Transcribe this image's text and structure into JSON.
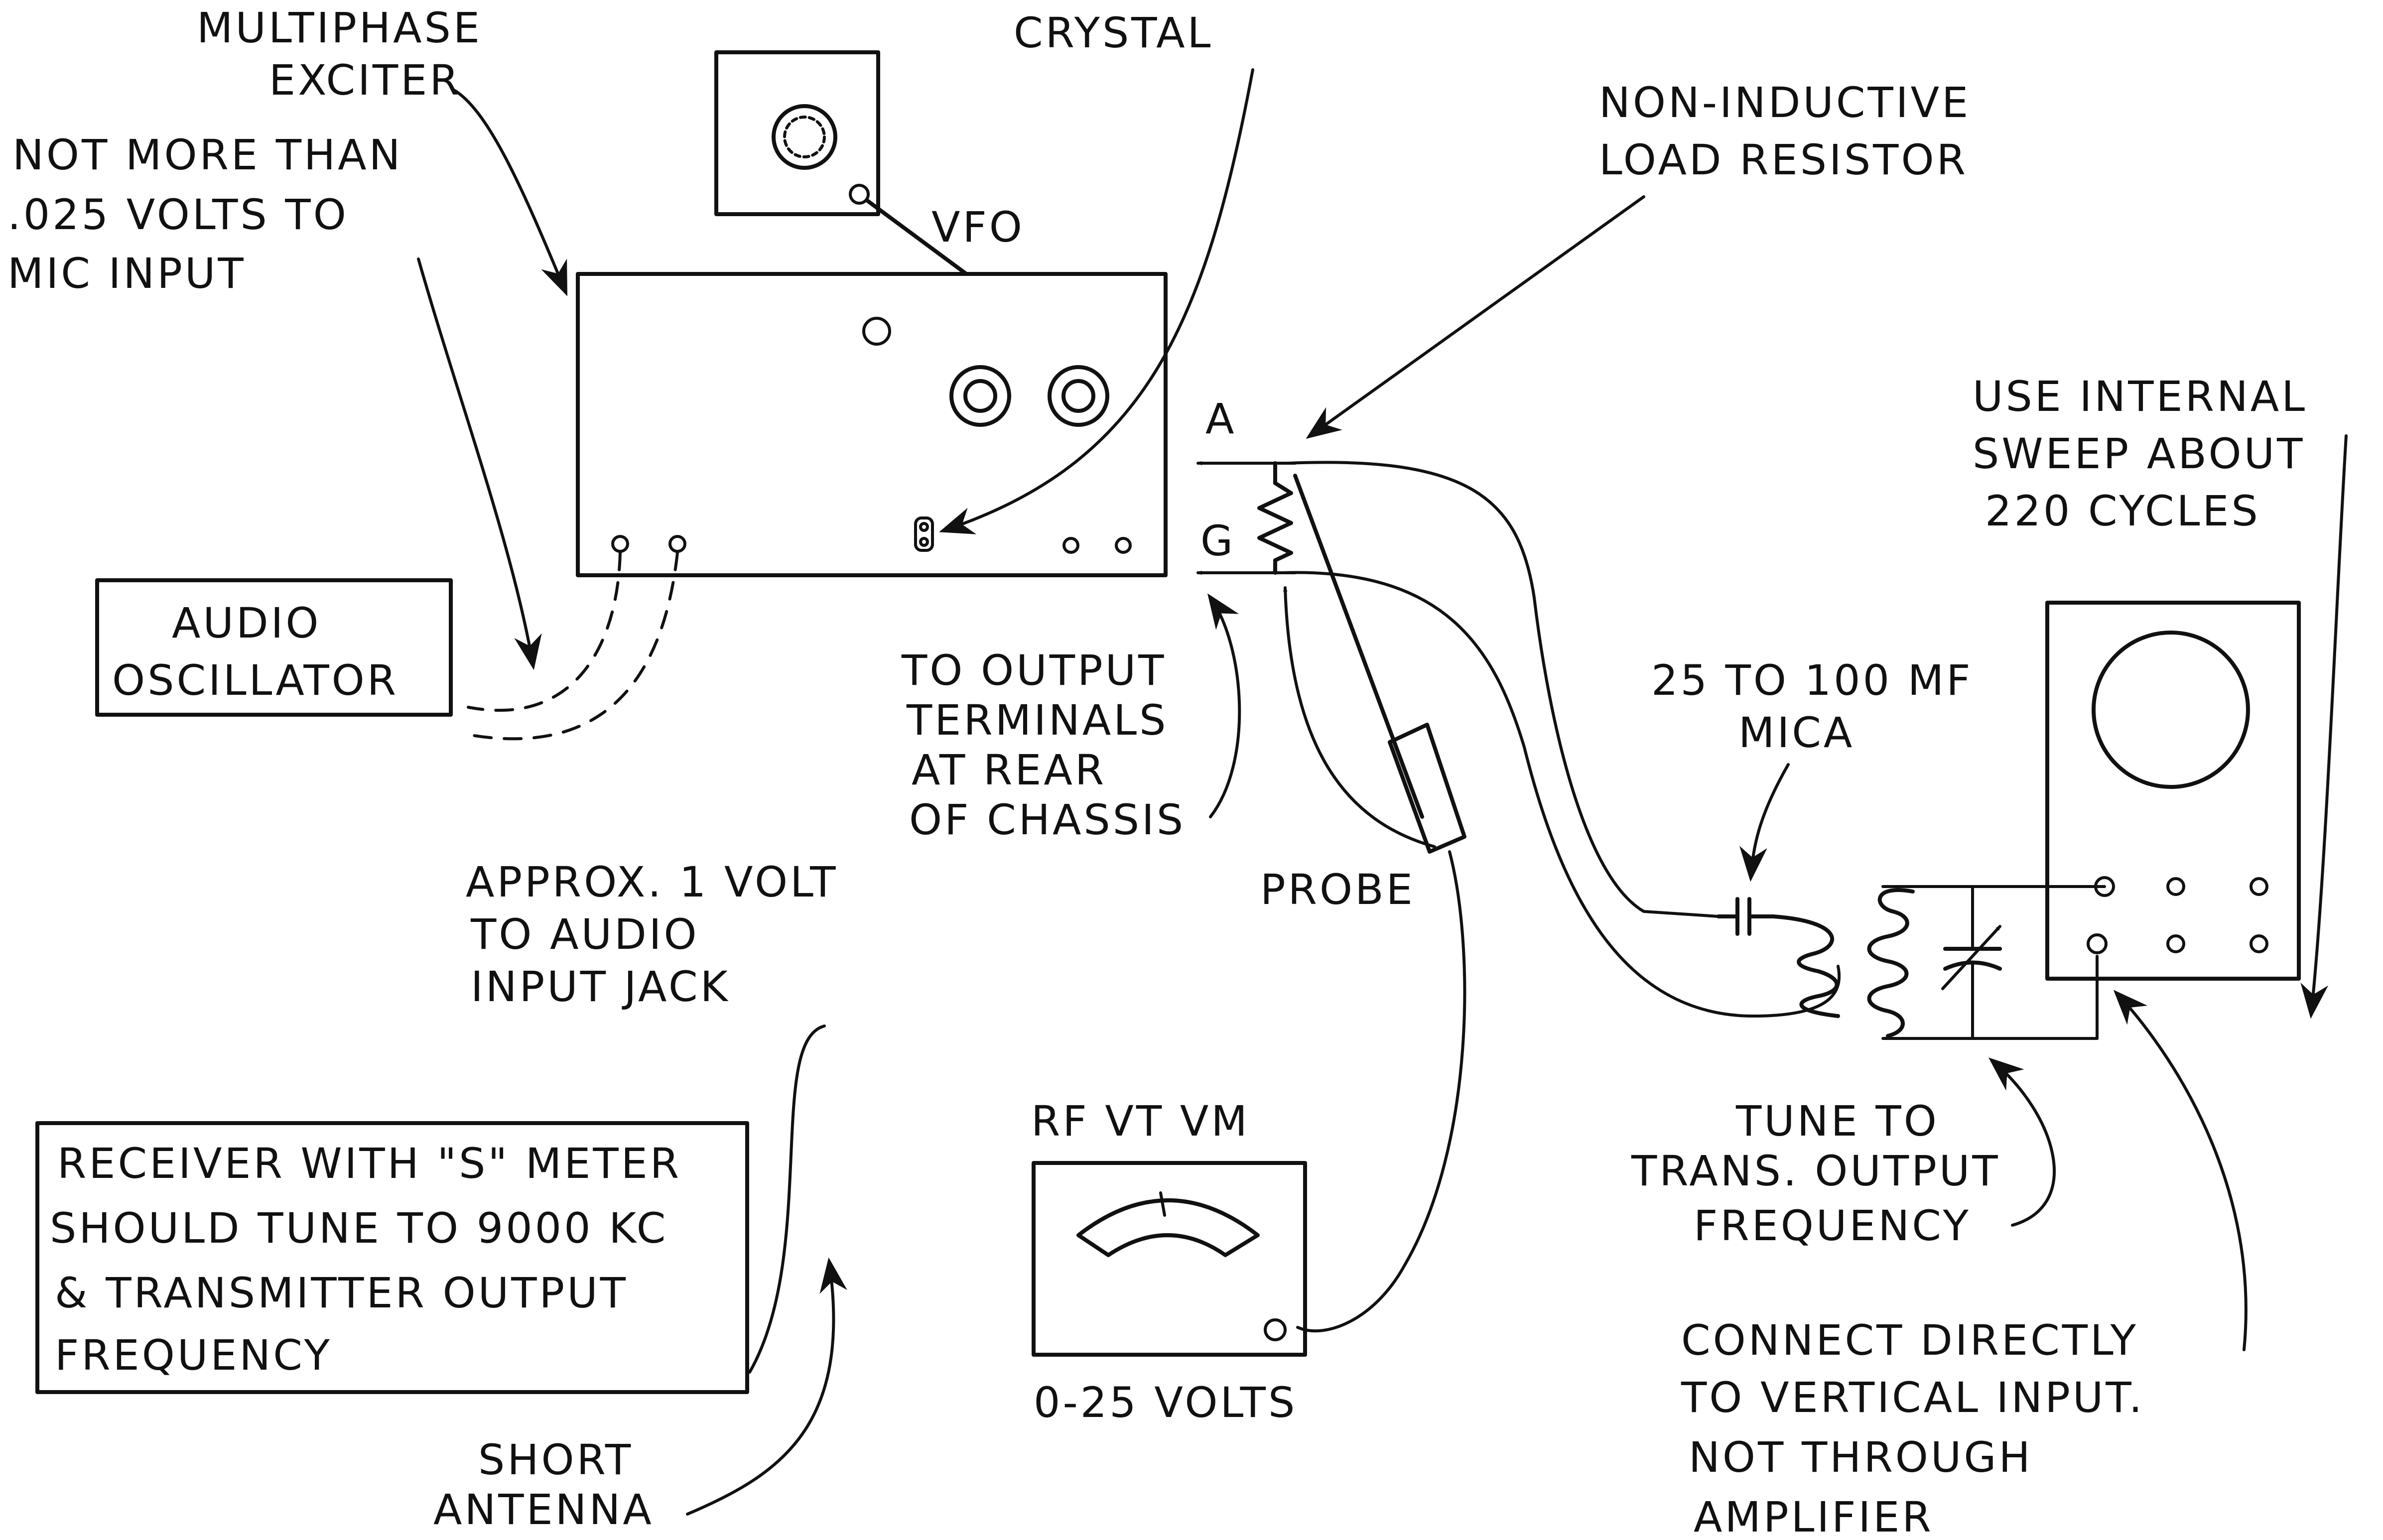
{
  "labels": {
    "multiphase_exciter": [
      "MULTIPHASE",
      "EXCITER"
    ],
    "crystal": "CRYSTAL",
    "non_inductive": [
      "NON-INDUCTIVE",
      "LOAD RESISTOR"
    ],
    "not_more_than": [
      "NOT MORE THAN",
      ".025 VOLTS TO",
      "MIC INPUT"
    ],
    "vfo": "VFO",
    "terminal_a": "A",
    "terminal_g": "G",
    "use_internal": [
      "USE INTERNAL",
      "SWEEP ABOUT",
      "220 CYCLES"
    ],
    "audio_oscillator": [
      "AUDIO",
      "OSCILLATOR"
    ],
    "to_output": [
      "TO OUTPUT",
      "TERMINALS",
      "AT REAR",
      "OF CHASSIS"
    ],
    "mica": [
      "25 TO 100 MF",
      "MICA"
    ],
    "approx": [
      "APPROX. 1 VOLT",
      "TO AUDIO",
      "INPUT JACK"
    ],
    "probe": "PROBE",
    "rf_vtvm": "RF VT VM",
    "tune_to": [
      "TUNE TO",
      "TRANS. OUTPUT",
      "FREQUENCY"
    ],
    "receiver": [
      "RECEIVER WITH \"S\" METER",
      "SHOULD TUNE TO 9000 KC",
      "& TRANSMITTER OUTPUT",
      "FREQUENCY"
    ],
    "volts_range": "0-25 VOLTS",
    "connect_directly": [
      "CONNECT DIRECTLY",
      "TO VERTICAL INPUT.",
      "NOT THROUGH",
      "AMPLIFIER"
    ],
    "short_antenna": [
      "SHORT",
      "ANTENNA"
    ]
  }
}
